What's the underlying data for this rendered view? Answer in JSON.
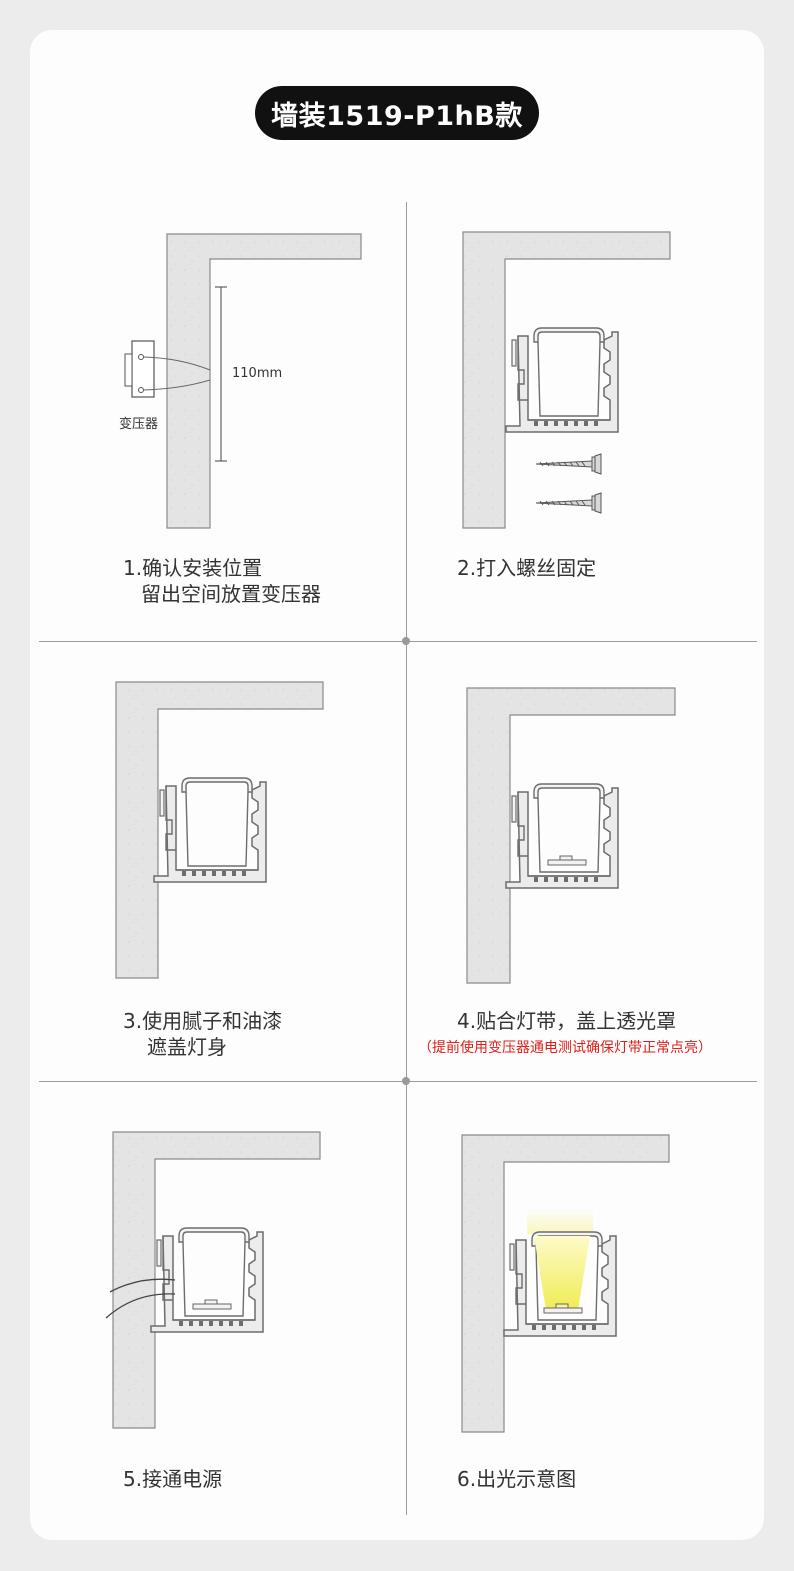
{
  "title": "墙装1519-P1hB款",
  "steps": [
    {
      "line1": "1.确认安装位置",
      "line2": "留出空间放置变压器",
      "label_transformer": "变压器",
      "label_dim": "110mm"
    },
    {
      "line1": "2.打入螺丝固定"
    },
    {
      "line1": "3.使用腻子和油漆",
      "line2": "遮盖灯身"
    },
    {
      "line1": "4.贴合灯带，盖上透光罩",
      "note": "（提前使用变压器通电测试确保灯带正常点亮）"
    },
    {
      "line1": "5.接通电源"
    },
    {
      "line1": "6.出光示意图"
    }
  ],
  "colors": {
    "wall": "#e4e4e4",
    "wall_edge": "#8a8a8a",
    "light": "#f3f06a",
    "note": "#e0201b"
  }
}
